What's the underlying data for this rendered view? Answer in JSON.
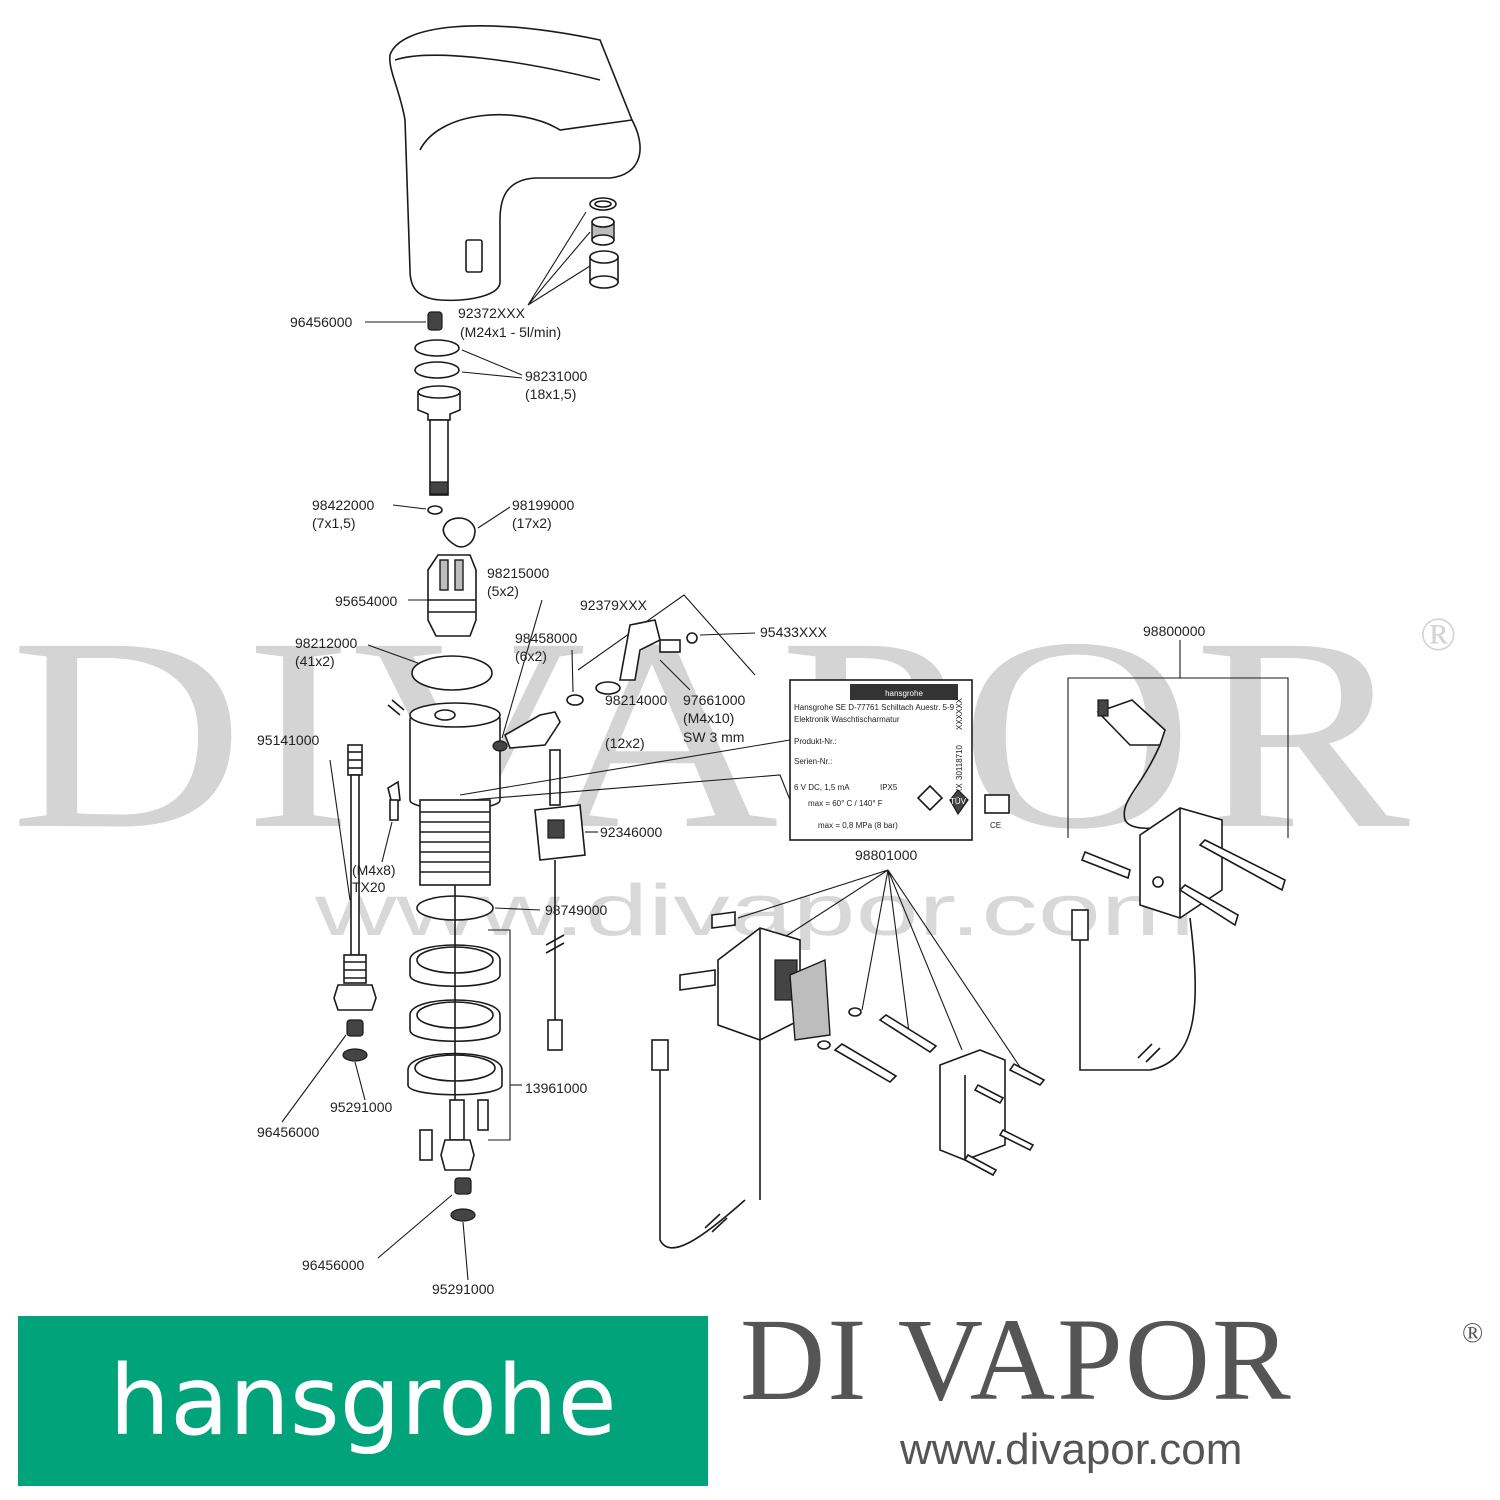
{
  "watermark": {
    "big": "DIVAPOR",
    "reg": "®",
    "url": "www.divapor.com"
  },
  "parts": {
    "aerator_set": "92372XXX",
    "aerator_spec": "(M24x1 - 5l/min)",
    "check_valve_top": "96456000",
    "oring_pair": "98231000",
    "oring_pair_spec": "(18x1,5)",
    "oring_small": "98422000",
    "oring_small_spec": "(7x1,5)",
    "gasket": "98199000",
    "gasket_spec": "(17x2)",
    "cartridge": "95654000",
    "oring_5x2": "98215000",
    "oring_5x2_spec": "(5x2)",
    "lever_set": "92379XXX",
    "clip": "95433XXX",
    "oring_big": "98212000",
    "oring_big_spec": "(41x2)",
    "oring_6x2": "98458000",
    "oring_6x2_spec": "(6x2)",
    "screw_m4x10": "97661000",
    "screw_m4x10_spec": "(M4x10)",
    "screw_m4x10_tool": "SW 3 mm",
    "oring_12x2": "98214000",
    "oring_12x2_spec": "(12x2)",
    "hose": "95141000",
    "screw_m4x8_spec": "(M4x8)",
    "screw_m4x8_tool": "TX20",
    "sensor": "92346000",
    "washer": "98749000",
    "mounting_set": "13961000",
    "check_valve_left": "96456000",
    "strainer_left": "95291000",
    "check_valve_bottom": "96456000",
    "strainer_bottom": "95291000",
    "battery_box": "98801000",
    "power_supply": "98800000"
  },
  "label_plate": {
    "brand": "hansgrohe",
    "line1": "Hansgrohe SE   D-77761 Schiltach Auestr. 5-9",
    "line2": "Elektronik Waschtischarmatur",
    "product": "Produkt-Nr.:",
    "serial": "Serien-Nr.:",
    "power": "6 V DC,   1,5 mA",
    "ip": "IPX5",
    "temp": "max = 60° C / 140° F",
    "pressure": "max = 0,8 MPa (8 bar)",
    "code": "30118710",
    "code2": "XXXXXX",
    "code3": "XXXXX",
    "tuv": "TÜV",
    "ce": "CE"
  },
  "footer": {
    "hansgrohe": "hansgrohe",
    "divapor": "DI VAPOR",
    "reg": "®",
    "url": "www.divapor.com"
  }
}
